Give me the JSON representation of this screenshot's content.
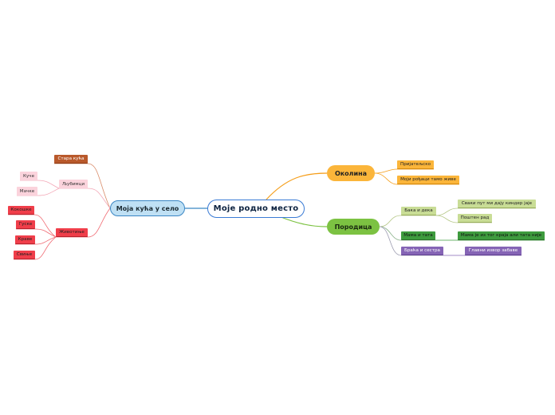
{
  "map": {
    "central": "Моје родно место",
    "kuca": {
      "title": "Моја кућа у село",
      "stara": "Стара кућа",
      "ljubimci": {
        "title": "Љубимци",
        "kuce": "Куче",
        "macke": "Мачке"
      },
      "zivotinje": {
        "title": "Животиње",
        "kokoske": "Кокошке",
        "guske": "Гуске",
        "krave": "Краве",
        "svinje": "Свиње"
      }
    },
    "okolina": {
      "title": "Околина",
      "prijateljsko": "Пријатељско",
      "rodjaci": "Моји рођаци тамо живе"
    },
    "porodica": {
      "title": "Породица",
      "baka": {
        "title": "Бака и дека",
        "svaki": "Сваки пут ми дају киндер јаје",
        "posten": "Поштен рад"
      },
      "mama": {
        "title": "Мама и тата",
        "iz": "Мама је из тог краја али тата није"
      },
      "braca": {
        "title": "Браћа и сестра",
        "glavni": "Главни извор забаве"
      }
    }
  },
  "colors": {
    "central": "#3a7bd5",
    "kuca": "#3a86c4",
    "okolina": "#f59e1b",
    "porodica": "#7cc242",
    "brown": "#b9592b",
    "pink": "#f3a9b8",
    "red": "#f03e4a",
    "olive": "#b7c98a",
    "green": "#3e9b3e",
    "purple": "#8564b5"
  }
}
